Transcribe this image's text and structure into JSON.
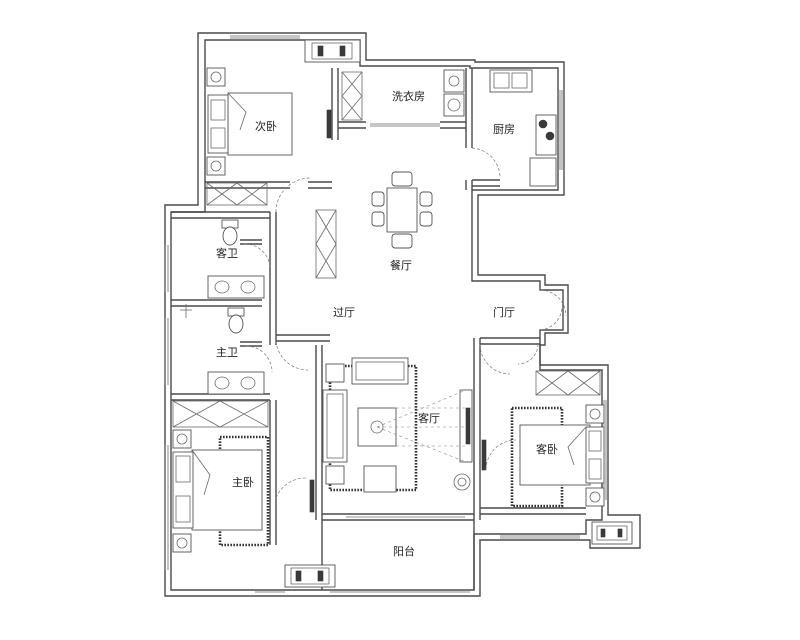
{
  "rooms": {
    "laundry": "洗衣房",
    "kitchen": "厨房",
    "second_bedroom": "次卧",
    "dining": "餐厅",
    "guest_bath": "客卫",
    "hallway": "过厅",
    "entrance": "门厅",
    "master_bath": "主卫",
    "living": "客厅",
    "guest_bedroom": "客卧",
    "master_bedroom": "主卧",
    "balcony": "阳台"
  }
}
